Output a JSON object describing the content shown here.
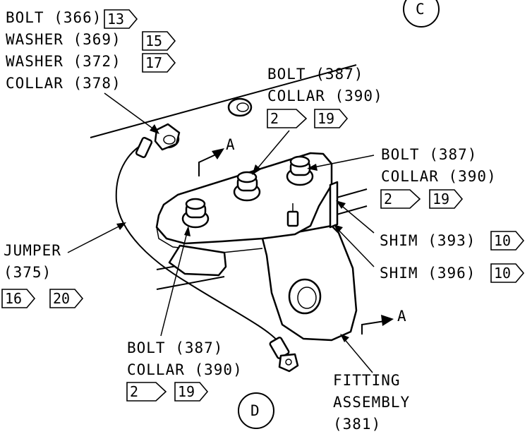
{
  "callouts": {
    "bolt_366": "BOLT (366)",
    "washer_369": "WASHER (369)",
    "washer_372": "WASHER (372)",
    "collar_378": "COLLAR (378)",
    "bolt_387_top": "BOLT (387)",
    "collar_390_top": "COLLAR (390)",
    "bolt_387_right": "BOLT (387)",
    "collar_390_right": "COLLAR (390)",
    "shim_393": "SHIM (393)",
    "shim_396": "SHIM (396)",
    "jumper": "JUMPER",
    "jumper_num": "(375)",
    "bolt_387_bottom": "BOLT (387)",
    "collar_390_bottom": "COLLAR (390)",
    "fitting_1": "FITTING",
    "fitting_2": "ASSEMBLY",
    "fitting_3": "(381)"
  },
  "flags": {
    "f13": "13",
    "f15": "15",
    "f17": "17",
    "f2_top": "2",
    "f19_top": "19",
    "f2_right": "2",
    "f19_right": "19",
    "f10_shim393": "10",
    "f10_shim396": "10",
    "f16": "16",
    "f20": "20",
    "f2_bottom": "2",
    "f19_bottom": "19"
  },
  "section_marks": {
    "a_upper": "A",
    "a_lower": "A"
  },
  "view_labels": {
    "c": "C",
    "d": "D"
  }
}
